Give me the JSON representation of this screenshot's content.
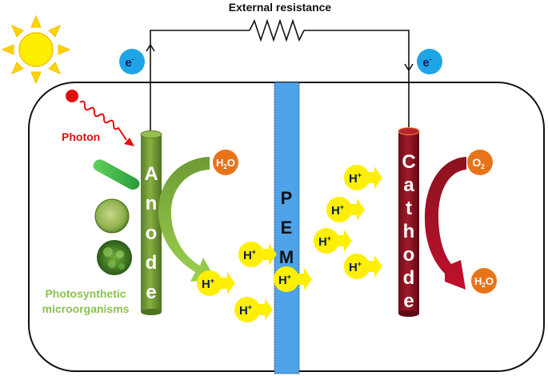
{
  "title": "External resistance",
  "electron": {
    "symbol": "e",
    "charge": "-"
  },
  "photon": {
    "label": "Photon"
  },
  "organisms": {
    "line1": "Photosynthetic",
    "line2": "microorganisms"
  },
  "anode": {
    "letters": [
      "A",
      "n",
      "o",
      "d",
      "e"
    ]
  },
  "cathode": {
    "letters": [
      "C",
      "a",
      "t",
      "h",
      "o",
      "d",
      "e"
    ]
  },
  "pem": {
    "letters": [
      "P",
      "E",
      "M"
    ]
  },
  "proton": {
    "symbol": "H",
    "charge": "+"
  },
  "water": {
    "h": "H",
    "sub": "2",
    "o": "O"
  },
  "oxygen": {
    "o": "O",
    "sub": "2"
  },
  "colors": {
    "anode": "#6e9a35",
    "cathode": "#8b1220",
    "pem": "#4fa3e8",
    "proton": "#ffef00",
    "electron": "#1ea5e6",
    "molecule": "#e8741a",
    "photon": "#e01010",
    "organism_text": "#8cc152"
  }
}
